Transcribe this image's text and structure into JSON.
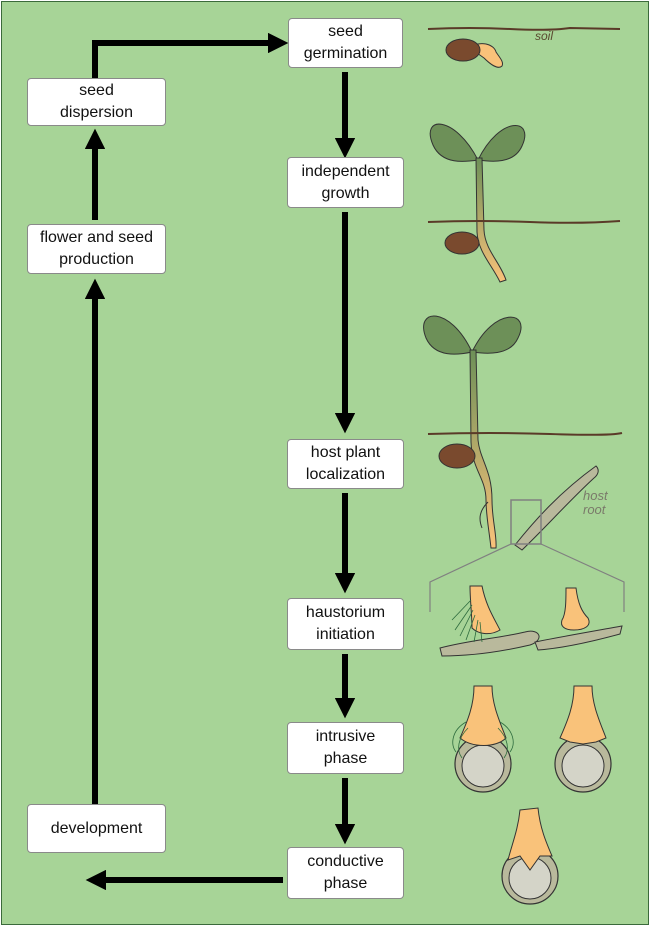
{
  "stages": {
    "seed_germination": "seed\ngermination",
    "independent_growth": "independent\ngrowth",
    "host_plant_localization": "host plant\nlocalization",
    "haustorium_initiation": "haustorium\ninitiation",
    "intrusive_phase": "intrusive\nphase",
    "conductive_phase": "conductive\nphase",
    "development": "development",
    "flower_and_seed_production": "flower and seed\nproduction",
    "seed_dispersion": "seed\ndispersion"
  },
  "labels": {
    "soil": "soil",
    "host_root_line1": "host",
    "host_root_line2": "root"
  },
  "colors": {
    "background": "#a7d497",
    "seed": "#7a4a2e",
    "root": "#f9c27a",
    "leaf": "#6d9058",
    "host_root": "#b9b99c",
    "soil_line": "#5a3a28",
    "arrow": "#000000"
  }
}
